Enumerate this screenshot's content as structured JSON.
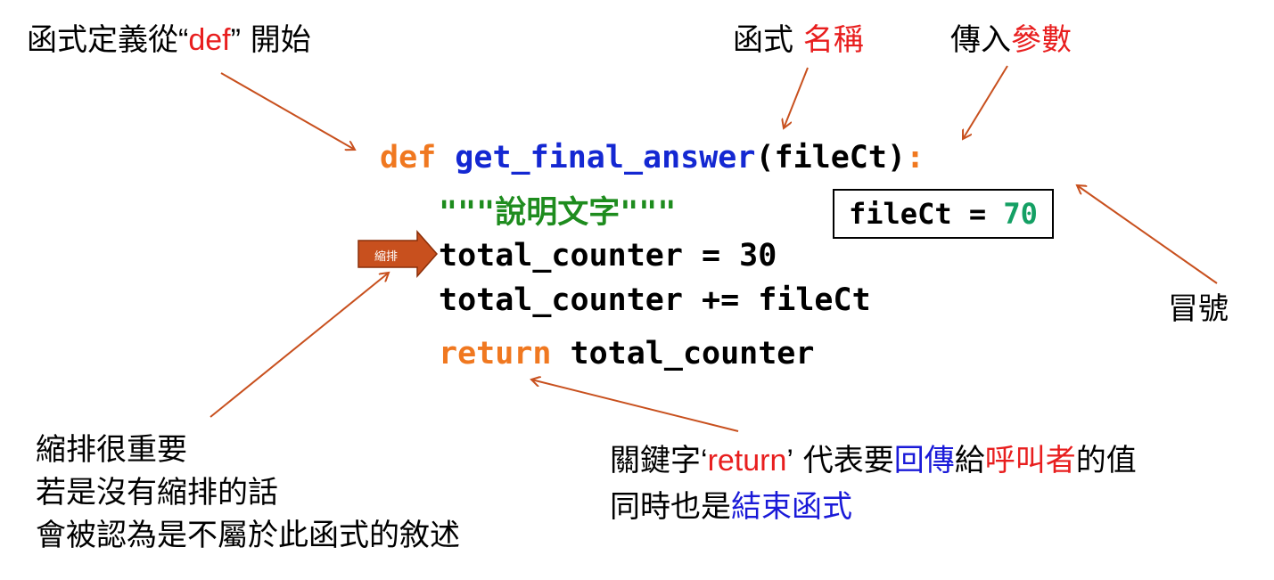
{
  "annotations": {
    "def_note": {
      "prefix": "函式定義從",
      "q_open": "“",
      "keyword": "def",
      "q_close": "”",
      "suffix": " 開始"
    },
    "name_note": {
      "prefix": "函式 ",
      "highlight": "名稱"
    },
    "param_note": {
      "prefix": "傳入",
      "highlight": "參數"
    },
    "colon_note": "冒號",
    "indent_tag": "縮排",
    "indent_note": [
      "縮排很重要",
      "若是沒有縮排的話",
      "會被認為是不屬於此函式的敘述"
    ],
    "return_note": {
      "line1_prefix": "關鍵字",
      "q_open": "‘",
      "keyword": "return",
      "q_close": "’",
      "line1_mid": " 代表要",
      "highlight1": "回傳",
      "line1_mid2": "給",
      "highlight2": "呼叫者",
      "line1_suffix": "的值",
      "line2_prefix": "同時也是",
      "highlight3": "結束函式"
    }
  },
  "code": {
    "def_kw": "def",
    "func_name": "get_final_answer",
    "params": "(fileCt)",
    "colon": ":",
    "docstring": "\"\"\"說明文字\"\"\"",
    "line2": "total_counter = 30",
    "line3": "total_counter += fileCt",
    "return_kw": "return",
    "return_val": " total_counter"
  },
  "param_box": {
    "label": "fileCt = ",
    "value": "70"
  },
  "colors": {
    "keyword": "#f07820",
    "function_name": "#1428d2",
    "docstring": "#1e8c1e",
    "value": "#14a064",
    "highlight_red": "#e81e1e",
    "highlight_blue": "#1a1ad8",
    "arrow": "#c8501e"
  }
}
